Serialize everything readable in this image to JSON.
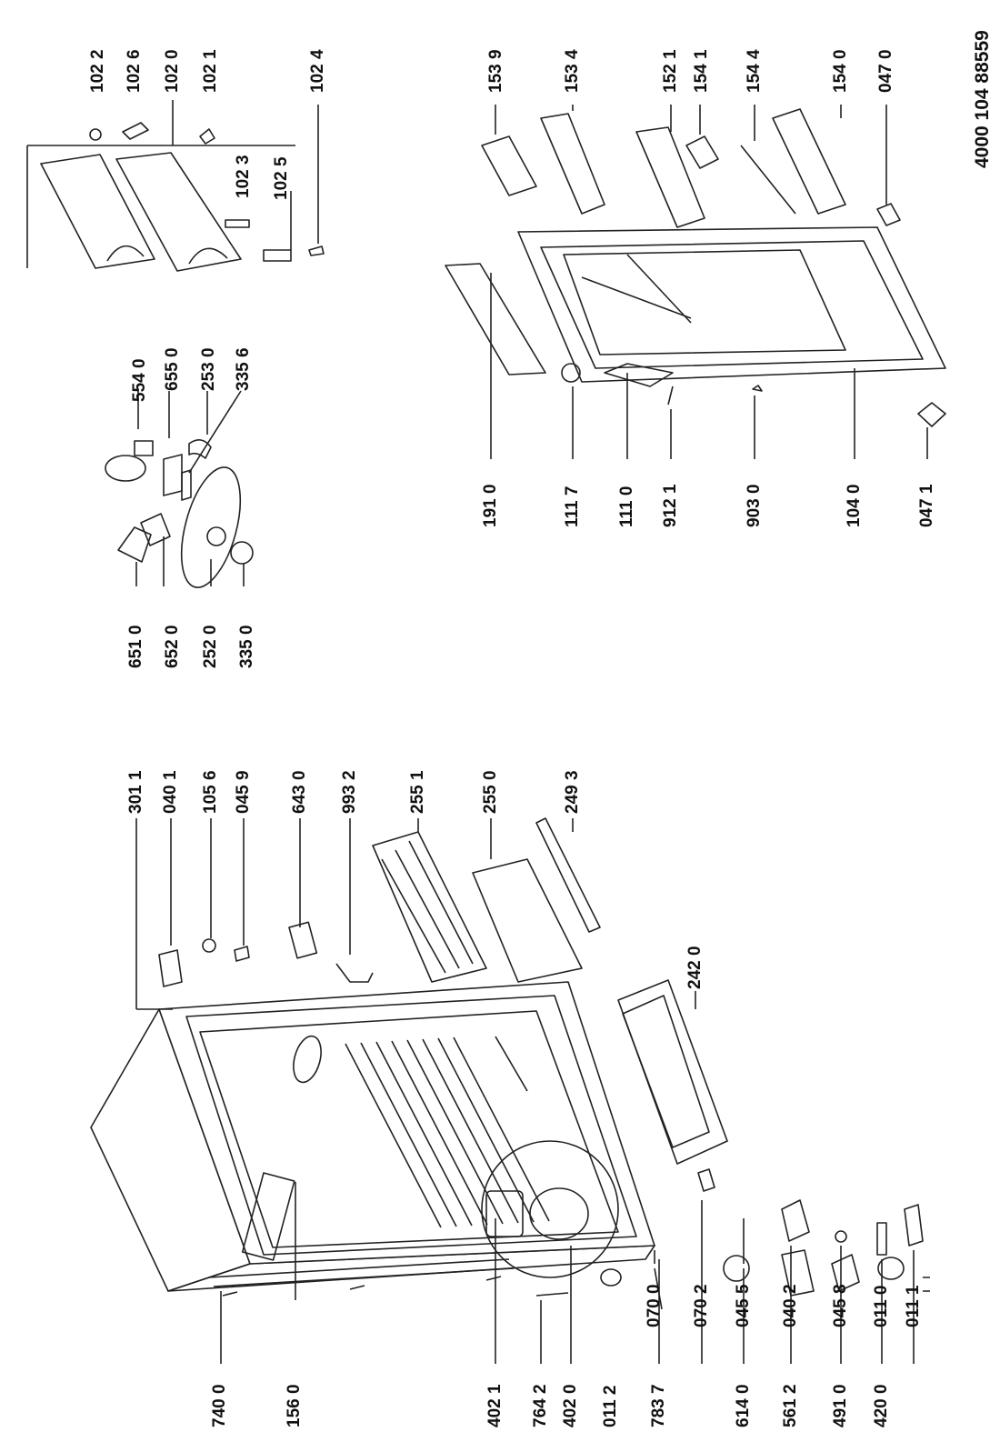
{
  "document_code": "4000 104 88559",
  "part_labels": {
    "p1022": "102 2",
    "p1026": "102 6",
    "p1020": "102 0",
    "p1021": "102 1",
    "p1024": "102 4",
    "p1023": "102 3",
    "p1025": "102 5",
    "p5540": "554 0",
    "p6550": "655 0",
    "p2530": "253 0",
    "p3356": "335 6",
    "p6510": "651 0",
    "p6520": "652 0",
    "p2520": "252 0",
    "p3350": "335 0",
    "p1539": "153 9",
    "p1534": "153 4",
    "p1521": "152 1",
    "p1541": "154 1",
    "p1544": "154 4",
    "p1540": "154 0",
    "p0470": "047 0",
    "p1910": "191 0",
    "p1117": "111 7",
    "p1110": "111 0",
    "p9121": "912 1",
    "p9030": "903 0",
    "p1040": "104 0",
    "p0471": "047 1",
    "p3011": "301 1",
    "p0401": "040 1",
    "p1056": "105 6",
    "p0459": "045 9",
    "p6430": "643 0",
    "p9932": "993 2",
    "p2551": "255 1",
    "p2550": "255 0",
    "p2493": "249 3",
    "p2420": "242 0",
    "p7400": "740 0",
    "p1560": "156 0",
    "p4021": "402 1",
    "p7642": "764 2",
    "p4020": "402 0",
    "p0112": "011 2",
    "p7837": "783 7",
    "p6140": "614 0",
    "p5612": "561 2",
    "p4910": "491 0",
    "p4200": "420 0",
    "p0700": "070 0",
    "p0702": "070 2",
    "p0455": "045 5",
    "p0402": "040 2",
    "p0458": "045 8",
    "p0110": "011 0",
    "p0111": "011 1"
  }
}
